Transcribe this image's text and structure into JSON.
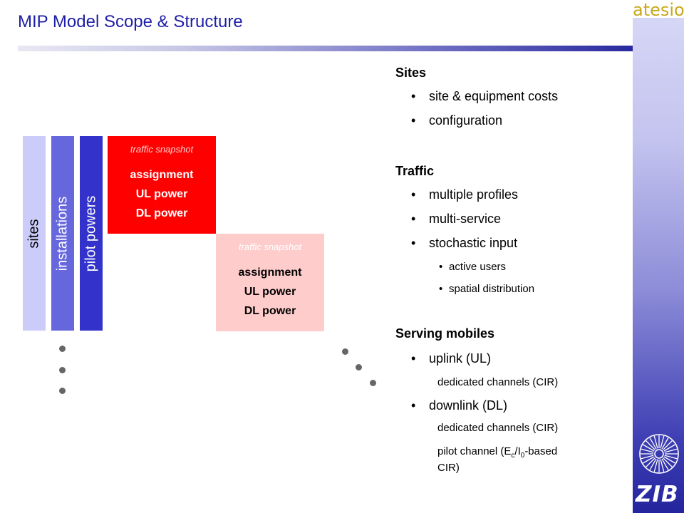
{
  "header": {
    "title": "MIP Model Scope & Structure",
    "logo_text": "atesio",
    "zib_logo_text": "ZIB"
  },
  "bars": {
    "sites": "sites",
    "installations": "installations",
    "pilot_powers": "pilot powers"
  },
  "snapshots": [
    {
      "caption": "traffic snapshot",
      "lines": [
        "assignment",
        "UL power",
        "DL power"
      ]
    },
    {
      "caption": "traffic snapshot",
      "lines": [
        "assignment",
        "UL power",
        "DL power"
      ]
    }
  ],
  "content": {
    "sites": {
      "heading": "Sites",
      "items": [
        "site & equipment costs",
        "configuration"
      ]
    },
    "traffic": {
      "heading": "Traffic",
      "items": [
        "multiple profiles",
        "multi-service",
        "stochastic input"
      ],
      "subitems": [
        "active users",
        "spatial distribution"
      ]
    },
    "serving": {
      "heading": "Serving mobiles",
      "uplink": "uplink (UL)",
      "uplink_detail": "dedicated channels (CIR)",
      "downlink": "downlink (DL)",
      "downlink_detail": "dedicated channels (CIR)",
      "pilot_prefix": "pilot channel (E",
      "pilot_sub1": "c",
      "pilot_mid": "/I",
      "pilot_sub2": "0",
      "pilot_suffix": "-based",
      "pilot_line2": "CIR)"
    },
    "bullet_char": "•"
  },
  "colors": {
    "title": "#1e1ea8",
    "snapshot_primary": "#ff0000",
    "snapshot_secondary": "#ffcccc",
    "bar_sites": "#ccccfa",
    "bar_installations": "#6666dd",
    "bar_pilot": "#3333cc",
    "logo": "#c9a81c"
  }
}
